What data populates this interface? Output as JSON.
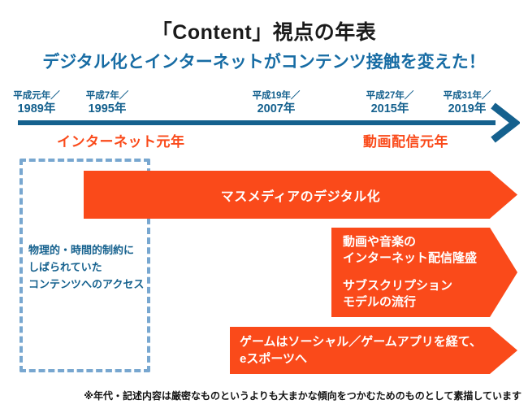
{
  "page": {
    "title": "「Content」視点の年表",
    "subtitle": "デジタル化とインターネットがコンテンツ接触を変えた！",
    "footnote": "※年代・記述内容は厳密なものというよりも大まかな傾向をつかむためのものとして素描しています"
  },
  "timeline": {
    "milestones": [
      {
        "era": "平成元年／",
        "year": "1989年"
      },
      {
        "era": "平成7年／",
        "year": "1995年"
      },
      {
        "era": "平成19年／",
        "year": "2007年"
      },
      {
        "era": "平成27年／",
        "year": "2015年"
      },
      {
        "era": "平成31年／",
        "year": "2019年"
      }
    ],
    "era_labels": [
      {
        "text": "インターネット元年"
      },
      {
        "text": "動画配信元年"
      }
    ]
  },
  "constraint_box": {
    "lines": [
      "物理的・時間的制約に",
      "しばられていた",
      "コンテンツへのアクセス"
    ]
  },
  "arrows": [
    {
      "label": "マスメディアのデジタル化"
    },
    {
      "groups": [
        {
          "lines": [
            "動画や音楽の",
            "インターネット配信隆盛"
          ]
        },
        {
          "lines": [
            "サブスクリプション",
            "モデルの流行"
          ]
        }
      ]
    },
    {
      "lines": [
        "ゲームはソーシャル／ゲームアプリを経て、",
        "eスポーツへ"
      ]
    }
  ],
  "colors": {
    "accent_orange": "#FA4A1A",
    "deep_blue": "#15618E",
    "subtitle_blue": "#176CA4",
    "dashed_border_blue": "#78A7D0",
    "background": "#FFFFFF"
  }
}
